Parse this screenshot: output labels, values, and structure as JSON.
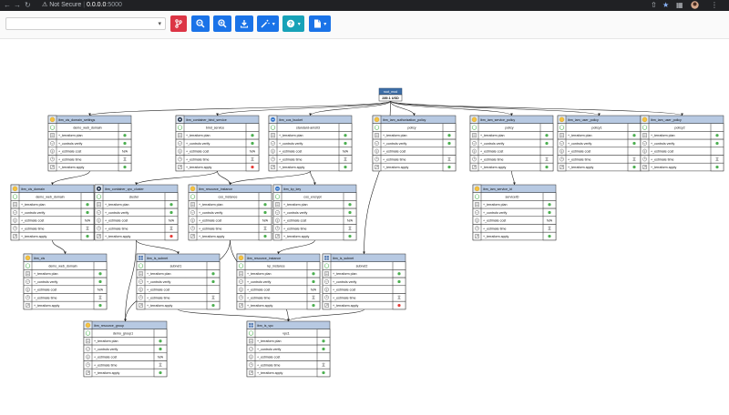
{
  "browser": {
    "security_label": "Not Secure",
    "host": "0.0.0.0",
    "port": ":5000"
  },
  "toolbar": {
    "select_value": "",
    "buttons": [
      {
        "name": "branch-button",
        "icon": "code-branch-icon",
        "color": "#dc3545"
      },
      {
        "name": "zoom-out-button",
        "icon": "zoom-out-icon",
        "color": "#1a73e8"
      },
      {
        "name": "zoom-in-button",
        "icon": "zoom-in-icon",
        "color": "#1a73e8"
      },
      {
        "name": "download-button",
        "icon": "download-icon",
        "color": "#1a73e8"
      },
      {
        "name": "wand-dropdown-button",
        "icon": "magic-wand-icon",
        "color": "#1a73e8"
      },
      {
        "name": "help-dropdown-button",
        "icon": "question-icon",
        "color": "#17a2b8"
      },
      {
        "name": "file-dropdown-button",
        "icon": "file-icon",
        "color": "#1a73e8"
      }
    ]
  },
  "status_colors": {
    "ok": "#4caf50",
    "fail": "#e53935",
    "pending": "#f0ad4e"
  },
  "rows": [
    {
      "icon": "terraform-plan-icon",
      "label": "+_terraform plan"
    },
    {
      "icon": "controls-verify-icon",
      "label": "+_controls verify"
    },
    {
      "icon": "estimate-cost-icon",
      "label": "+_estimate cost"
    },
    {
      "icon": "estimate-time-icon",
      "label": "+_estimate time"
    },
    {
      "icon": "terraform-apply-icon",
      "label": "+_terraform apply"
    }
  ],
  "root": {
    "title": "root_mod",
    "cost": "289.1 USD"
  },
  "nodes": [
    {
      "title": "ibm_cis_domain_settings",
      "name": "demo_web_domain",
      "badge": "yellow",
      "status": [
        "ok",
        "ok",
        "N/A",
        "pending",
        "ok"
      ]
    },
    {
      "title": "ibm_container_bind_service",
      "name": "bind_service",
      "badge": "dark",
      "status": [
        "ok",
        "ok",
        "N/A",
        "pending",
        "fail"
      ]
    },
    {
      "title": "ibm_cos_bucket",
      "name": "standard-ams03",
      "badge": "blue",
      "status": [
        "ok",
        "ok",
        "N/A",
        "pending",
        "ok"
      ]
    },
    {
      "title": "ibm_iam_authorization_policy",
      "name": "policy",
      "badge": "yellow",
      "status": [
        "ok",
        "ok",
        "",
        "pending",
        "ok"
      ]
    },
    {
      "title": "ibm_iam_service_policy",
      "name": "policy",
      "badge": "yellow",
      "status": [
        "ok",
        "ok",
        "",
        "pending",
        "ok"
      ]
    },
    {
      "title": "ibm_iam_user_policy",
      "name": "policy1",
      "badge": "yellow",
      "status": [
        "ok",
        "ok",
        "",
        "pending",
        "ok"
      ]
    },
    {
      "title": "ibm_iam_user_policy",
      "name": "policy2",
      "badge": "yellow",
      "status": [
        "ok",
        "ok",
        "",
        "pending",
        "ok"
      ]
    },
    {
      "title": "ibm_cis_domain",
      "name": "demo_web_domain",
      "badge": "yellow",
      "status": [
        "ok",
        "ok",
        "N/A",
        "pending",
        "ok"
      ]
    },
    {
      "title": "ibm_container_vpc_cluster",
      "name": "cluster",
      "badge": "dark",
      "status": [
        "ok",
        "ok",
        "N/A",
        "pending",
        "fail"
      ]
    },
    {
      "title": "ibm_resource_instance",
      "name": "cos_instance",
      "badge": "yellow",
      "status": [
        "ok",
        "ok",
        "N/A",
        "pending",
        "ok"
      ]
    },
    {
      "title": "ibm_kp_key",
      "name": "cos_encrypt",
      "badge": "blue",
      "status": [
        "ok",
        "ok",
        "N/A",
        "pending",
        "ok"
      ]
    },
    {
      "title": "ibm_iam_service_id",
      "name": "serviceID",
      "badge": "yellow",
      "status": [
        "ok",
        "ok",
        "N/A",
        "pending",
        "ok"
      ]
    },
    {
      "title": "ibm_cis",
      "name": "demo_web_domain",
      "badge": "yellow",
      "status": [
        "ok",
        "ok",
        "N/A",
        "pending",
        "ok"
      ]
    },
    {
      "title": "ibm_is_subnet",
      "name": "subnet1",
      "badge": "grid",
      "status": [
        "ok",
        "ok",
        "",
        "pending",
        "ok"
      ]
    },
    {
      "title": "ibm_resource_instance",
      "name": "kp_instance",
      "badge": "yellow",
      "status": [
        "ok",
        "ok",
        "N/A",
        "pending",
        "ok"
      ]
    },
    {
      "title": "ibm_is_subnet",
      "name": "subnet2",
      "badge": "grid",
      "status": [
        "ok",
        "ok",
        "",
        "pending",
        "fail"
      ]
    },
    {
      "title": "ibm_resource_group",
      "name": "demo_group1",
      "badge": "yellow",
      "status": [
        "ok",
        "ok",
        "N/A",
        "pending",
        "ok"
      ]
    },
    {
      "title": "ibm_is_vpc",
      "name": "vpc1",
      "badge": "grid",
      "status": [
        "ok",
        "ok",
        "",
        "pending",
        "ok"
      ]
    }
  ]
}
